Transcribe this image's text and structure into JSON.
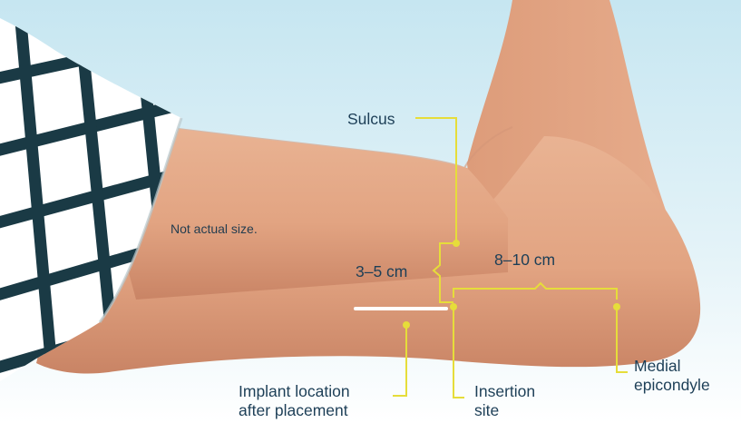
{
  "figure": {
    "note": "Not actual size.",
    "labels": {
      "sulcus": "Sulcus",
      "range_small": "3–5 cm",
      "range_large": "8–10 cm",
      "implant_line1": "Implant location",
      "implant_line2": "after placement",
      "insertion_line1": "Insertion",
      "insertion_line2": "site",
      "medial_line1": "Medial",
      "medial_line2": "epicondyle"
    }
  },
  "colors": {
    "background_top": "#d4ecf4",
    "background_bottom": "#ffffff",
    "skin": "#e4a987",
    "skin_shadow": "#c98465",
    "sleeve": "#ffffff",
    "sleeve_grid": "#1a3a45",
    "annotation_yellow": "#e6dd3a",
    "implant": "#ffffff",
    "text": "#1d3f57"
  }
}
